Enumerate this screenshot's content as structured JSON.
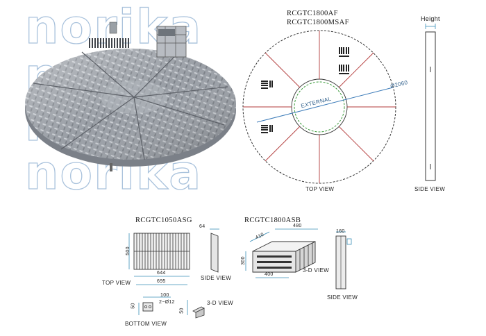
{
  "watermark": {
    "lines": [
      "norika",
      "norika",
      "norika",
      "norika"
    ],
    "color": "#a9c2dc"
  },
  "top_model": {
    "line1": "RCGTC1800AF",
    "line2": "RCGTC1800MSAF"
  },
  "top_view": {
    "label": "TOP VIEW",
    "diameter_label": "Ø2060",
    "ring_label": "EXTERNAL"
  },
  "side_view_top": {
    "height_label": "Height",
    "label": "SIDE VIEW"
  },
  "grate": {
    "model": "RCGTC1050ASG",
    "dim_height": "500",
    "dim_inner_width": "644",
    "dim_outer_width": "695",
    "dim_side_width": "64",
    "top_view_label": "TOP VIEW",
    "side_view_label": "SIDE VIEW",
    "bottom_dim_width": "100",
    "bottom_dim_holes": "2−Ø12",
    "bottom_dim_height": "50",
    "bottom_view_label": "BOTTOM VIEW",
    "bracket_dim": "50",
    "view3d_label": "3-D VIEW"
  },
  "basket": {
    "model": "RCGTC1800ASB",
    "dim_top": "480",
    "dim_left": "410",
    "dim_height": "300",
    "dim_bottom": "400",
    "dim_side": "160",
    "view3d_label": "3-D VIEW",
    "side_view_label": "SIDE VIEW"
  },
  "colors": {
    "red_line": "#b33a3a",
    "blue_line": "#3a7ab8",
    "green_ring": "#3a9a3a",
    "dim_line": "#3a8fb8"
  }
}
